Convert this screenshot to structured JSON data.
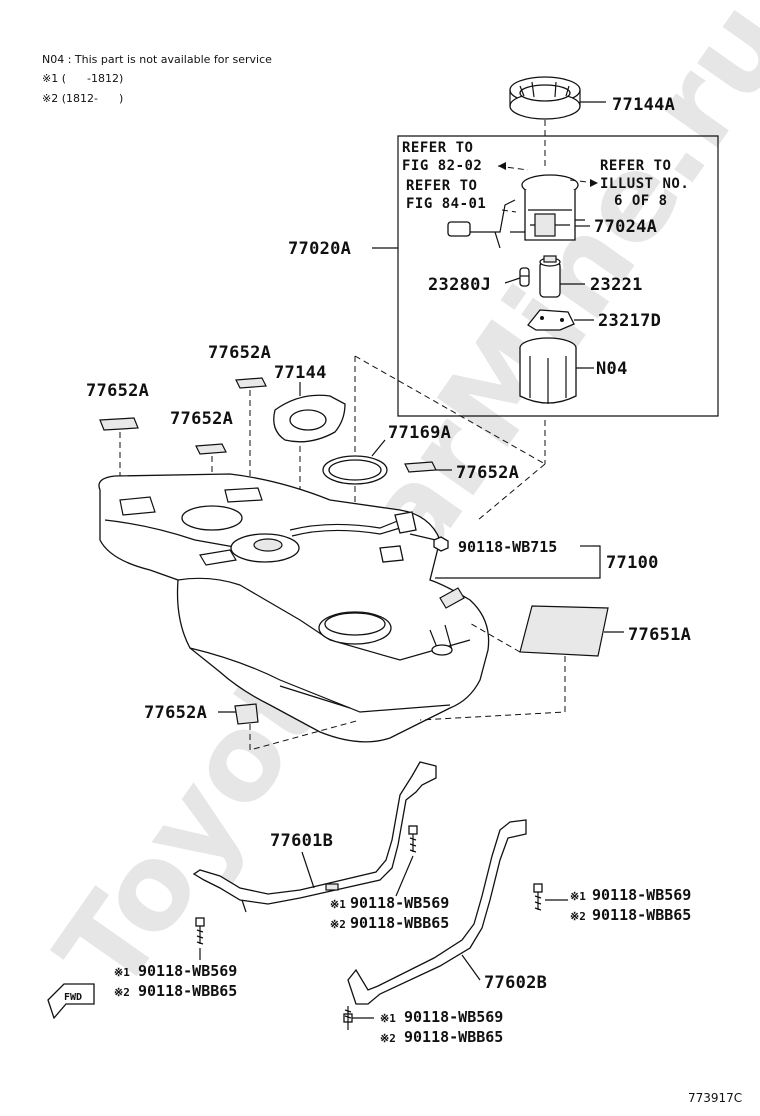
{
  "notes": {
    "n04": "N04 : This part is not available for service",
    "mark1": "※1 (      -1812)",
    "mark2": "※2 (1812-      )"
  },
  "watermark": "ToyotaCarMine.ru",
  "refs": {
    "fig82": [
      "REFER TO",
      "FIG 82-02"
    ],
    "fig84": [
      "REFER TO",
      "FIG 84-01"
    ],
    "illust": [
      "REFER TO",
      "ILLUST NO.",
      "6 OF 8"
    ]
  },
  "labels": {
    "p77144A": "77144A",
    "p77024A": "77024A",
    "p77020A": "77020A",
    "p23280J": "23280J",
    "p23221": "23221",
    "p23217D": "23217D",
    "pN04": "N04",
    "p77652A_top": "77652A",
    "p77144": "77144",
    "p77652A_left": "77652A",
    "p77652A_mid": "77652A",
    "p77169A": "77169A",
    "p77652A_right": "77652A",
    "p90118WB715": "90118-WB715",
    "p77100": "77100",
    "p77651A": "77651A",
    "p77652A_bottom": "77652A",
    "p77601B": "77601B",
    "p77602B": "77602B"
  },
  "bolts": {
    "center": {
      "m1": "※1",
      "v1": "90118-WB569",
      "m2": "※2",
      "v2": "90118-WBB65"
    },
    "right": {
      "m1": "※1",
      "v1": "90118-WB569",
      "m2": "※2",
      "v2": "90118-WBB65"
    },
    "left": {
      "m1": "※1",
      "v1": "90118-WB569",
      "m2": "※2",
      "v2": "90118-WBB65"
    },
    "bottom": {
      "m1": "※1",
      "v1": "90118-WB569",
      "m2": "※2",
      "v2": "90118-WBB65"
    }
  },
  "fwd": "FWD",
  "figure_id": "773917C"
}
